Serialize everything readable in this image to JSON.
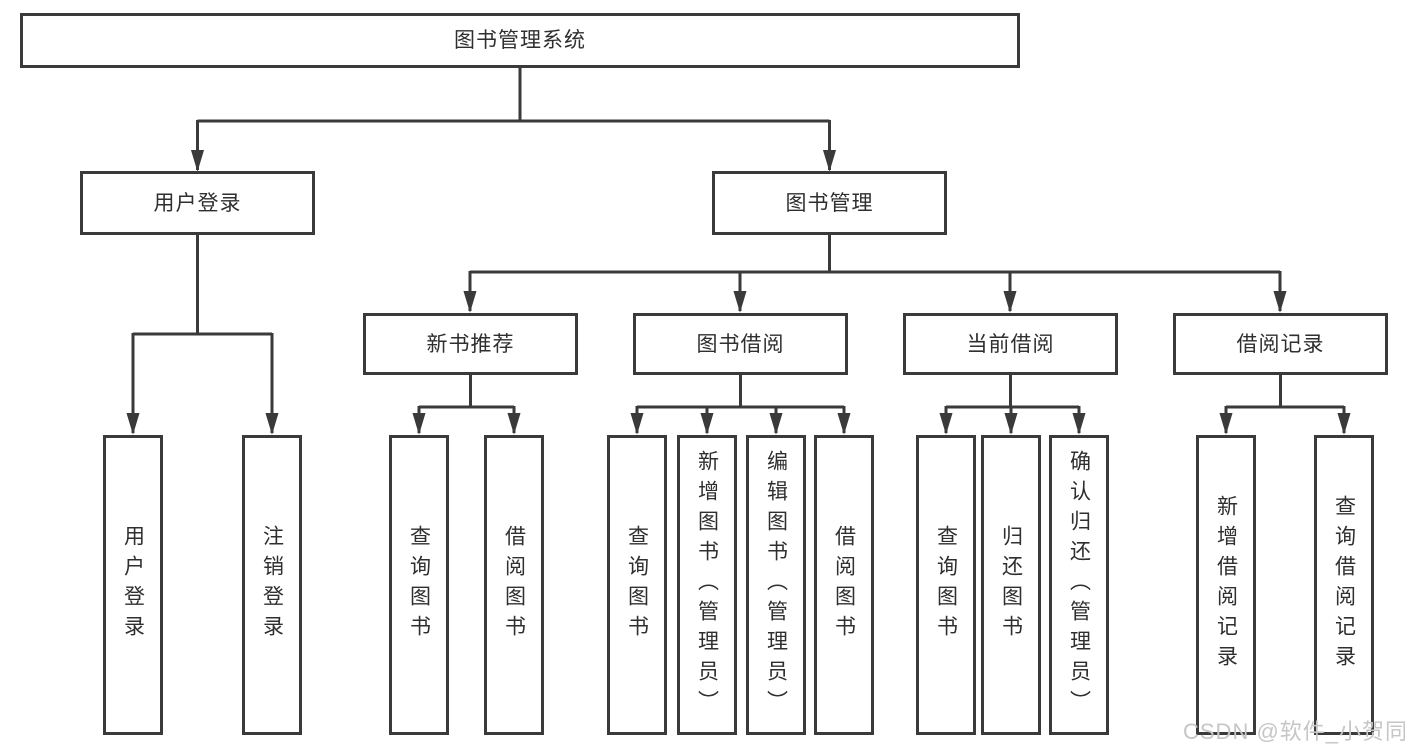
{
  "diagram": {
    "root": "图书管理系统",
    "branches": [
      {
        "label": "用户登录",
        "leaves": [
          "用户登录",
          "注销登录"
        ]
      },
      {
        "label": "图书管理",
        "groups": [
          {
            "label": "新书推荐",
            "leaves": [
              "查询图书",
              "借阅图书"
            ]
          },
          {
            "label": "图书借阅",
            "leaves": [
              "查询图书",
              "新增图书（管理员）",
              "编辑图书（管理员）",
              "借阅图书"
            ]
          },
          {
            "label": "当前借阅",
            "leaves": [
              "查询图书",
              "归还图书",
              "确认归还（管理员）"
            ]
          },
          {
            "label": "借阅记录",
            "leaves": [
              "新增借阅记录",
              "查询借阅记录"
            ]
          }
        ]
      }
    ]
  },
  "watermark": {
    "text": "CSDN @软件_小贺同学",
    "color": "#c6c6c6"
  },
  "colors": {
    "line": "#3a3a3a",
    "text": "#2f2f2f",
    "background": "#ffffff"
  }
}
